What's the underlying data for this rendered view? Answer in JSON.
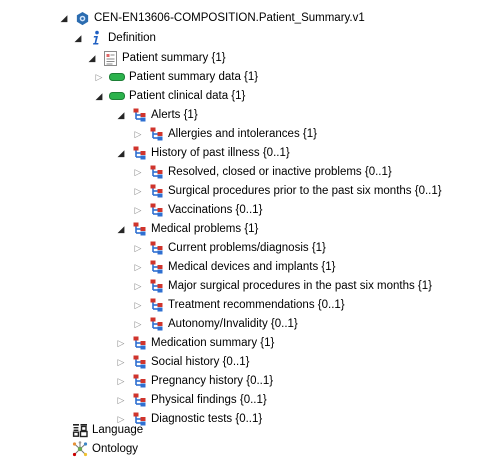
{
  "tree": {
    "root": {
      "label": "CEN-EN13606-COMPOSITION.Patient_Summary.v1",
      "icon": "composition-icon"
    },
    "definition": {
      "label": "Definition",
      "icon": "info-icon"
    },
    "patient_summary": {
      "label": "Patient summary {1}",
      "icon": "document-icon"
    },
    "patient_summary_data": {
      "label": "Patient summary data {1}",
      "icon": "section-icon"
    },
    "patient_clinical_data": {
      "label": "Patient clinical data {1}",
      "icon": "section-icon"
    },
    "alerts": {
      "label": "Alerts {1}",
      "icon": "entry-icon"
    },
    "allergies": {
      "label": "Allergies and intolerances {1}",
      "icon": "entry-icon"
    },
    "history_past_illness": {
      "label": "History of past illness {0..1}",
      "icon": "entry-icon"
    },
    "resolved_problems": {
      "label": "Resolved, closed or inactive problems {0..1}",
      "icon": "entry-icon"
    },
    "surgical_procedures": {
      "label": "Surgical procedures prior to the past six months {0..1}",
      "icon": "entry-icon"
    },
    "vaccinations": {
      "label": "Vaccinations {0..1}",
      "icon": "entry-icon"
    },
    "medical_problems": {
      "label": "Medical problems {1}",
      "icon": "entry-icon"
    },
    "current_problems": {
      "label": "Current problems/diagnosis {1}",
      "icon": "entry-icon"
    },
    "medical_devices": {
      "label": "Medical devices and implants {1}",
      "icon": "entry-icon"
    },
    "major_surgical": {
      "label": "Major surgical procedures in the past six months {1}",
      "icon": "entry-icon"
    },
    "treatment_recommendations": {
      "label": "Treatment recommendations {0..1}",
      "icon": "entry-icon"
    },
    "autonomy": {
      "label": "Autonomy/Invalidity {0..1}",
      "icon": "entry-icon"
    },
    "medication_summary": {
      "label": "Medication summary {1}",
      "icon": "entry-icon"
    },
    "social_history": {
      "label": "Social history {0..1}",
      "icon": "entry-icon"
    },
    "pregnancy_history": {
      "label": "Pregnancy history {0..1}",
      "icon": "entry-icon"
    },
    "physical_findings": {
      "label": "Physical findings {0..1}",
      "icon": "entry-icon"
    },
    "diagnostic_tests": {
      "label": "Diagnostic tests {0..1}",
      "icon": "entry-icon"
    },
    "language": {
      "label": "Language",
      "icon": "language-icon"
    },
    "ontology": {
      "label": "Ontology",
      "icon": "ontology-icon"
    }
  },
  "colors": {
    "section_green": "#2bb24c",
    "info_blue": "#1f5fc2",
    "entry_red": "#d0342c",
    "entry_blue": "#2e6fd1",
    "composition_blue": "#2b6cb0"
  }
}
